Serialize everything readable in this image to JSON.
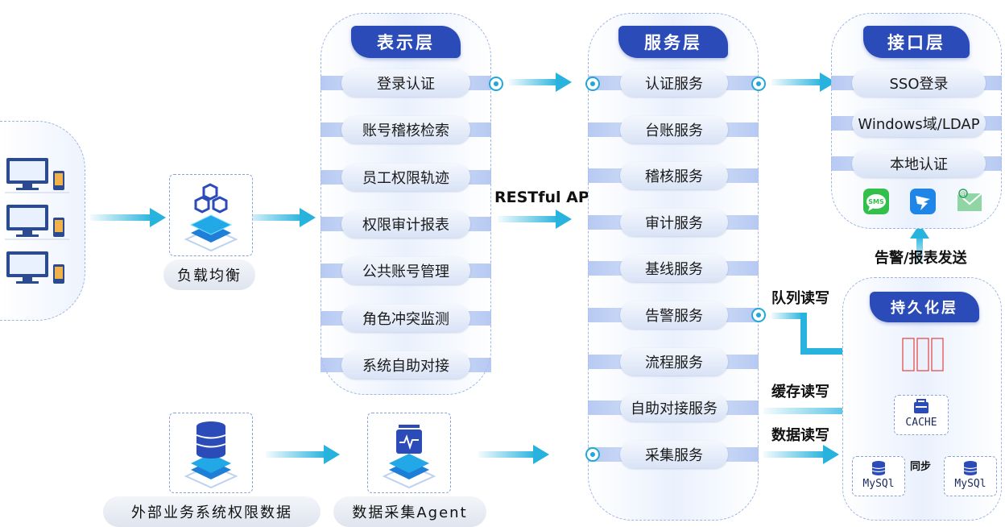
{
  "presentation": {
    "title": "表示层",
    "items": [
      "登录认证",
      "账号稽核检索",
      "员工权限轨迹",
      "权限审计报表",
      "公共账号管理",
      "角色冲突监测",
      "系统自助对接"
    ]
  },
  "service": {
    "title": "服务层",
    "items": [
      "认证服务",
      "台账服务",
      "稽核服务",
      "审计服务",
      "基线服务",
      "告警服务",
      "流程服务",
      "自助对接服务",
      "采集服务"
    ]
  },
  "interface": {
    "title": "接口层",
    "items": [
      "SSO登录",
      "Windows域/LDAP",
      "本地认证"
    ],
    "icons": [
      "sms-icon",
      "dingtalk-icon",
      "email-icon"
    ],
    "sms_text": "SMS"
  },
  "persistence": {
    "title": "持久化层",
    "cache_label": "CACHE",
    "db1": "MySQl",
    "db2": "MySQl",
    "sync_label": "同步"
  },
  "labels": {
    "restful": "RESTful API",
    "load_balance": "负载均衡",
    "external_data": "外部业务系统权限数据",
    "agent": "数据采集Agent",
    "alert_report": "告警/报表发送",
    "queue_rw": "队列读写",
    "cache_rw": "缓存读写",
    "data_rw": "数据读写"
  },
  "colors": {
    "header_blue": "#2b4bb8",
    "arrow_cyan": "#27b3dd",
    "dot_cyan": "#22a8d6",
    "queue_red": "#e05050"
  }
}
